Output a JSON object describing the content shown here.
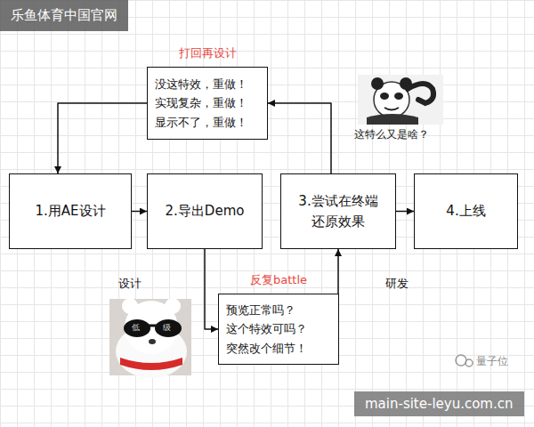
{
  "diagram": {
    "nodes": [
      {
        "text": [
          "1.用AE设计"
        ]
      },
      {
        "text": [
          "2.导出Demo"
        ]
      },
      {
        "text": [
          "3.尝试在终端 还原效果"
        ]
      },
      {
        "text": [
          "4.上线"
        ]
      },
      {
        "text": [
          "打回再设计",
          "没这特效，重做！ 实现复杂，重做！ 显示不了，重做！"
        ]
      },
      {
        "text": [
          "反复battle",
          "预览正常吗？ 这个特效可吗？ 突然改个细节！"
        ]
      }
    ],
    "edges": [
      {
        "from": 0,
        "to": 1,
        "arrow": "to"
      },
      {
        "from": 1,
        "to": 5,
        "arrow": "to"
      },
      {
        "from": 5,
        "to": 2,
        "arrow": "to"
      },
      {
        "from": 2,
        "to": 4,
        "arrow": "to"
      },
      {
        "from": 4,
        "to": 0,
        "arrow": "to"
      },
      {
        "from": 2,
        "to": 3,
        "arrow": "to"
      }
    ],
    "labels": [
      "设计",
      "研发",
      "这特么又是啥？",
      "量子位",
      "低",
      "级",
      "乐鱼体育中国官网",
      "main-site-leyu.com.cn"
    ]
  }
}
